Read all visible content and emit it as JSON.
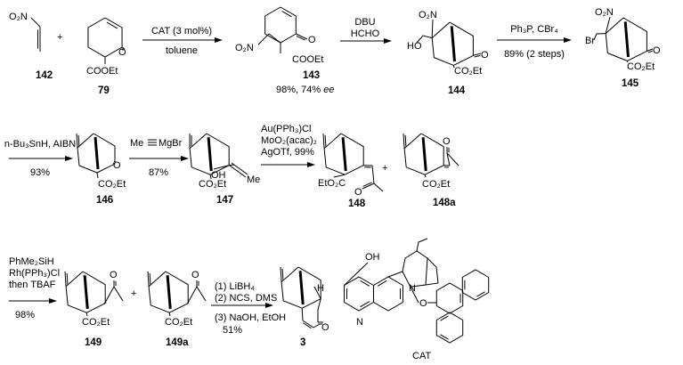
{
  "scheme": {
    "compounds": {
      "c142": {
        "label": "142",
        "groups": [
          "O₂N"
        ]
      },
      "c79": {
        "label": "79",
        "groups": [
          "O",
          "COOEt"
        ]
      },
      "c143": {
        "label": "143",
        "groups": [
          "O₂N",
          "O",
          "COOEt"
        ],
        "yield": "98%, 74% ",
        "ee": "ee"
      },
      "c144": {
        "label": "144",
        "groups": [
          "O₂N",
          "HO",
          "O",
          "CO₂Et"
        ]
      },
      "c145": {
        "label": "145",
        "groups": [
          "O₂N",
          "Br",
          "O",
          "CO₂Et"
        ]
      },
      "c146": {
        "label": "146",
        "groups": [
          "O",
          "CO₂Et"
        ]
      },
      "c147": {
        "label": "147",
        "groups": [
          "OH",
          "CO₂Et",
          "Me"
        ]
      },
      "c148": {
        "label": "148",
        "groups": [
          "EtO₂C",
          "O"
        ]
      },
      "c148a": {
        "label": "148a",
        "groups": [
          "O",
          "CO₂Et"
        ]
      },
      "c149": {
        "label": "149",
        "groups": [
          "O",
          "CO₂Et"
        ]
      },
      "c149a": {
        "label": "149a",
        "groups": [
          "O",
          "CO₂Et"
        ]
      },
      "c3": {
        "label": "3",
        "groups": [
          "H",
          "O"
        ]
      },
      "cat": {
        "label": "CAT",
        "groups": [
          "OH",
          "N",
          "N",
          "O"
        ]
      }
    },
    "plus": "+",
    "steps": [
      {
        "above": [
          "CAT (3 mol%)"
        ],
        "below": [
          "toluene"
        ]
      },
      {
        "above": [
          "DBU",
          "HCHO"
        ],
        "below": []
      },
      {
        "above": [
          "Ph₃P, CBr₄"
        ],
        "below": [
          "89% (2 steps)"
        ]
      },
      {
        "above": [
          "n-Bu₃SnH, AIBN"
        ],
        "below": [
          "93%"
        ]
      },
      {
        "above": [
          "Me",
          "MgBr"
        ],
        "below": [
          "87%"
        ]
      },
      {
        "above": [
          "Au(PPh₃)Cl",
          "MoO₂(acac)₂",
          "AgOTf, 99%"
        ],
        "below": []
      },
      {
        "above": [
          "PhMe₂SiH",
          "Rh(PPh₃)Cl",
          "then TBAF"
        ],
        "below": [
          "98%"
        ]
      },
      {
        "above": [
          "(1) LiBH₄",
          "(2) NCS, DMS"
        ],
        "below": [
          "(3) NaOH, EtOH",
          "51%"
        ]
      }
    ]
  }
}
